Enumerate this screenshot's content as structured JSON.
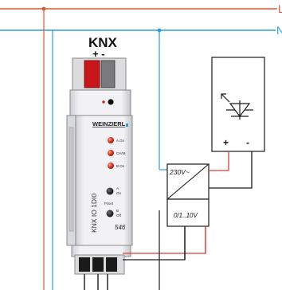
{
  "bus": {
    "l_label": "L",
    "n_label": "N",
    "l_color": "#d8573a",
    "n_color": "#2a9fd8"
  },
  "knx": {
    "title": "KNX",
    "polarity": "+ -"
  },
  "device": {
    "brand": "WEINZIERL",
    "model": "KNX IO 1DI0",
    "number": "546",
    "leds": [
      {
        "label": "A On"
      },
      {
        "label": "CH/M"
      },
      {
        "label": "B On"
      }
    ],
    "btn_a_label": "A\nOn",
    "prog_label": "P/Set",
    "btn_b_label": "B\nOff"
  },
  "power_supply": {
    "input_label": "230V~",
    "output_label": "0/1..10V"
  },
  "led_driver": {
    "plus": "+",
    "minus": "-"
  },
  "colors": {
    "wire_red": "#e23b3b",
    "wire_black": "#1a1a1a",
    "device_body": "#e8e8ea",
    "terminal_red": "#c8161b"
  }
}
